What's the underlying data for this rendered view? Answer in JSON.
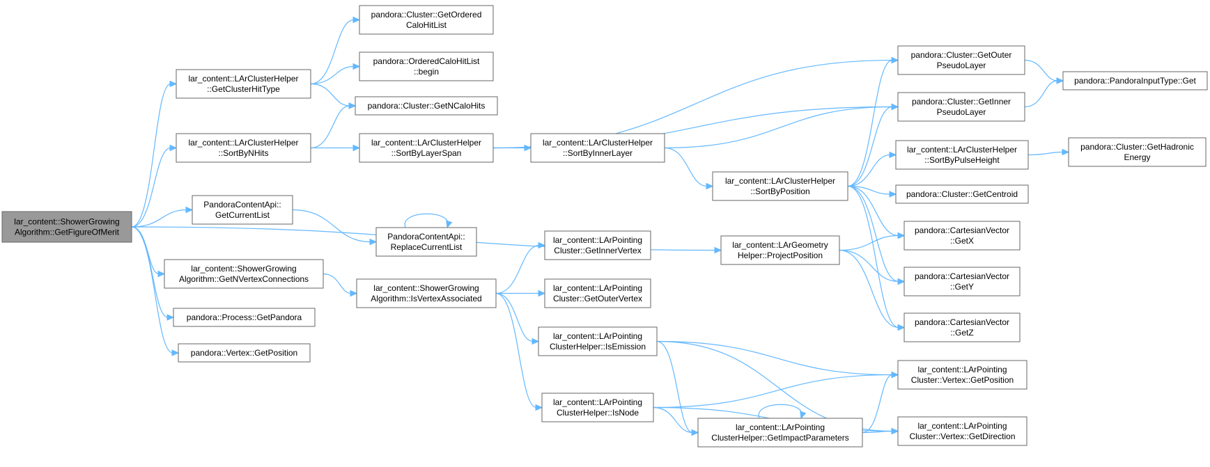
{
  "colors": {
    "edge": "#63b8ff",
    "node_border": "#666666",
    "root_fill": "#999999",
    "node_fill": "#ffffff"
  },
  "nodes": {
    "root": [
      "lar_content::ShowerGrowing",
      "Algorithm::GetFigureOfMerit"
    ],
    "getClusterHitType": [
      "lar_content::LArClusterHelper",
      "::GetClusterHitType"
    ],
    "sortByNHits": [
      "lar_content::LArClusterHelper",
      "::SortByNHits"
    ],
    "getCurrentList": [
      "PandoraContentApi::",
      "GetCurrentList"
    ],
    "getNVertexConnections": [
      "lar_content::ShowerGrowing",
      "Algorithm::GetNVertexConnections"
    ],
    "getPandora": [
      "pandora::Process::GetPandora"
    ],
    "vertexGetPosition": [
      "pandora::Vertex::GetPosition"
    ],
    "getOrderedCaloHitList": [
      "pandora::Cluster::GetOrdered",
      "CaloHitList"
    ],
    "orderedBegin": [
      "pandora::OrderedCaloHitList",
      "::begin"
    ],
    "getNCaloHits": [
      "pandora::Cluster::GetNCaloHits"
    ],
    "sortByLayerSpan": [
      "lar_content::LArClusterHelper",
      "::SortByLayerSpan"
    ],
    "replaceCurrentList": [
      "PandoraContentApi::",
      "ReplaceCurrentList"
    ],
    "isVertexAssociated": [
      "lar_content::ShowerGrowing",
      "Algorithm::IsVertexAssociated"
    ],
    "sortByInnerLayer": [
      "lar_content::LArClusterHelper",
      "::SortByInnerLayer"
    ],
    "getInnerVertex": [
      "lar_content::LArPointing",
      "Cluster::GetInnerVertex"
    ],
    "getOuterVertex": [
      "lar_content::LArPointing",
      "Cluster::GetOuterVertex"
    ],
    "isEmission": [
      "lar_content::LArPointing",
      "ClusterHelper::IsEmission"
    ],
    "isNode": [
      "lar_content::LArPointing",
      "ClusterHelper::IsNode"
    ],
    "projectPosition": [
      "lar_content::LArGeometry",
      "Helper::ProjectPosition"
    ],
    "sortByPosition": [
      "lar_content::LArClusterHelper",
      "::SortByPosition"
    ],
    "getImpactParameters": [
      "lar_content::LArPointing",
      "ClusterHelper::GetImpactParameters"
    ],
    "getOuterPseudoLayer": [
      "pandora::Cluster::GetOuter",
      "PseudoLayer"
    ],
    "getInnerPseudoLayer": [
      "pandora::Cluster::GetInner",
      "PseudoLayer"
    ],
    "sortByPulseHeight": [
      "lar_content::LArClusterHelper",
      "::SortByPulseHeight"
    ],
    "getCentroid": [
      "pandora::Cluster::GetCentroid"
    ],
    "getX": [
      "pandora::CartesianVector",
      "::GetX"
    ],
    "getY": [
      "pandora::CartesianVector",
      "::GetY"
    ],
    "getZ": [
      "pandora::CartesianVector",
      "::GetZ"
    ],
    "vertexGetPositionLar": [
      "lar_content::LArPointing",
      "Cluster::Vertex::GetPosition"
    ],
    "vertexGetDirection": [
      "lar_content::LArPointing",
      "Cluster::Vertex::GetDirection"
    ],
    "inputTypeGet": [
      "pandora::PandoraInputType::Get"
    ],
    "getHadronicEnergy": [
      "pandora::Cluster::GetHadronic",
      "Energy"
    ]
  }
}
